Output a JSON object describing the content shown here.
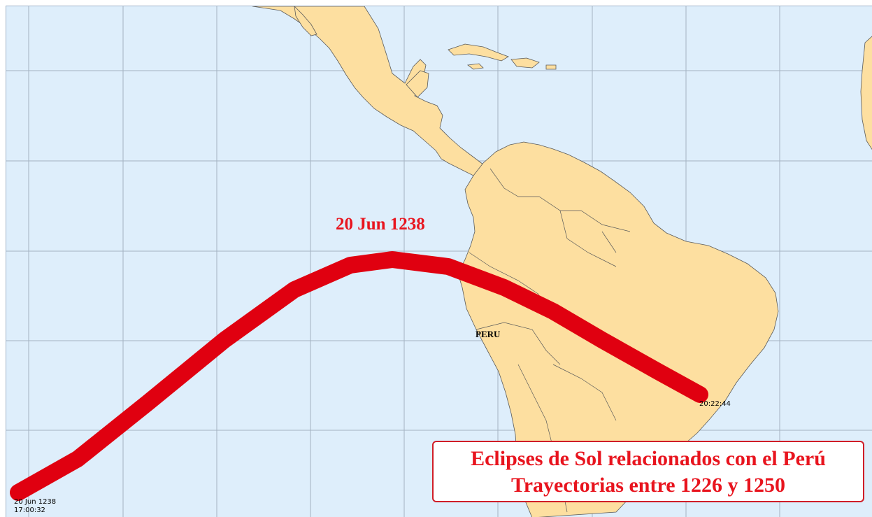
{
  "map": {
    "path_label": "20 Jun 1238",
    "country_label": "PERU",
    "start_time": {
      "date": "20 Jun 1238",
      "time": "17:00:32"
    },
    "end_time": "20:22:44",
    "info": {
      "line1": "Eclipses de Sol relacionados con el Perú",
      "line2": "Trayectorias entre 1226 y 1250"
    },
    "colors": {
      "ocean": "#deeefb",
      "land": "#fddfa0",
      "path": "#e00010",
      "grid": "#a4b2c2",
      "title": "#e8141e"
    }
  }
}
